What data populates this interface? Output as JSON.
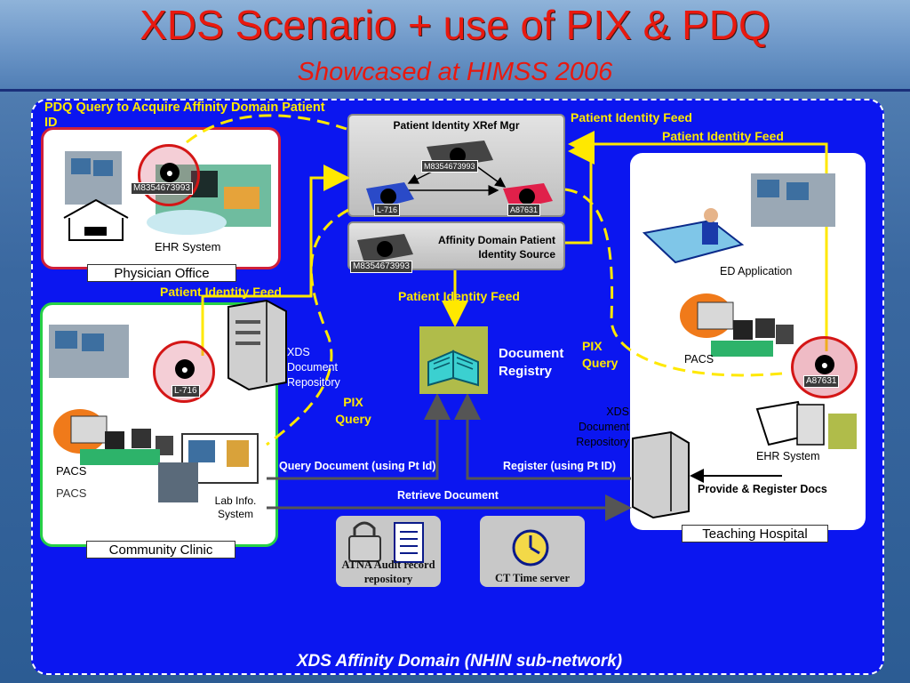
{
  "title": "XDS Scenario + use of PIX & PDQ",
  "subtitle": "Showcased at HIMSS 2006",
  "footer": "XDS Affinity Domain (NHIN sub-network)",
  "colors": {
    "domain_bg": "#0b16f0",
    "title_red": "#e8190f",
    "label_yellow": "#ffe800"
  },
  "physician_office": {
    "label": "Physician Office",
    "pdq_note": "PDQ Query to Acquire Affinity Domain Patient ID",
    "patient_id": "M8354673993",
    "ehr": "EHR System"
  },
  "community_clinic": {
    "label": "Community Clinic",
    "patient_id": "L-716",
    "pacs_a": "PACS",
    "pacs_b": "PACS",
    "lab": "Lab Info. System"
  },
  "teaching_hospital": {
    "label": "Teaching Hospital",
    "ed": "ED Application",
    "pacs": "PACS",
    "patient_id": "A87631",
    "ehr": "EHR System",
    "repo": "XDS Document Repository"
  },
  "xref_mgr": {
    "title": "Patient Identity XRef Mgr",
    "id_top": "M8354673993",
    "id_left": "L-716",
    "id_right": "A87631"
  },
  "affinity_source": {
    "label": "Affinity Domain Patient Identity Source",
    "patient_id": "M8354673993"
  },
  "labels": {
    "feed_top": "Patient Identity Feed",
    "feed_right": "Patient Identity Feed",
    "feed_left": "Patient Identity Feed",
    "feed_center": "Patient Identity Feed",
    "pix_left": "PIX Query",
    "pix_right": "PIX Query",
    "query_doc": "Query Document (using Pt Id)",
    "register": "Register (using Pt ID)",
    "retrieve": "Retrieve Document",
    "provide_register": "Provide & Register Docs"
  },
  "xds_repo": "XDS Document Repository",
  "registry": "Document Registry",
  "atna": "ATNA Audit record repository",
  "ct": "CT Time server"
}
